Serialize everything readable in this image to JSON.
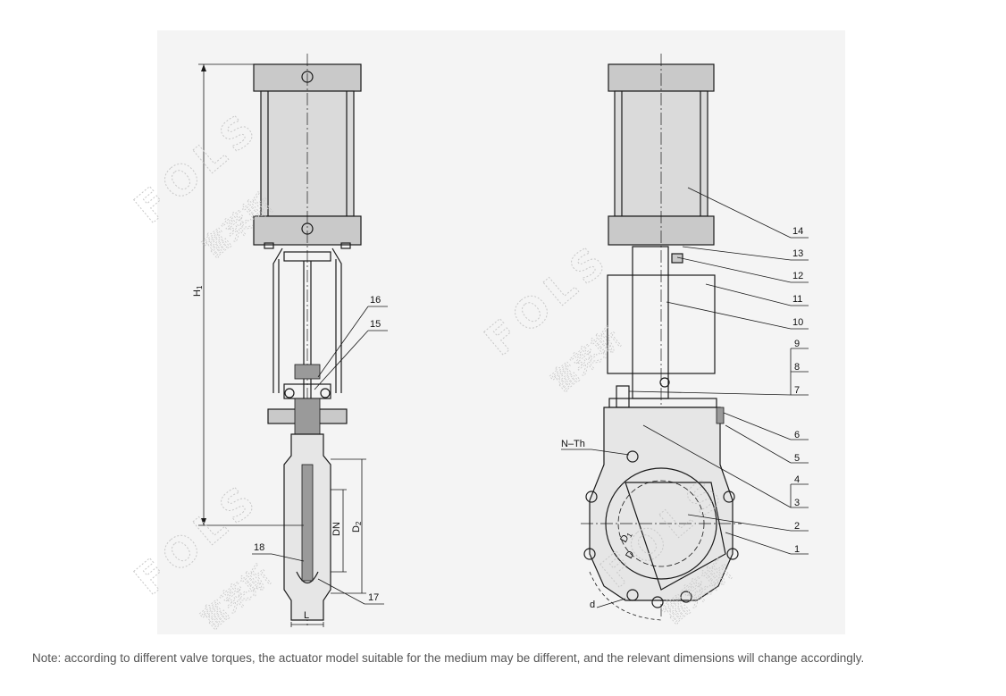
{
  "left_view": {
    "callouts": [
      "16",
      "15",
      "18",
      "17"
    ],
    "dimensions": {
      "height": "H",
      "height_sub": "1",
      "nominal": "DN",
      "flange": "D",
      "flange_sub": "2",
      "length": "L"
    }
  },
  "right_view": {
    "callouts": [
      "14",
      "13",
      "12",
      "11",
      "10",
      "9",
      "8",
      "7",
      "6",
      "5",
      "4",
      "3",
      "2",
      "1"
    ],
    "dimensions": {
      "bolts": "N–Th",
      "d1": "D",
      "d1_sub": "1",
      "d0": "D",
      "hole": "d"
    }
  },
  "watermark": {
    "latin": "FOLS",
    "chinese": "富莱斯"
  },
  "note": "Note: according to different valve torques, the actuator model suitable for the medium may be different, and the relevant dimensions will change accordingly."
}
